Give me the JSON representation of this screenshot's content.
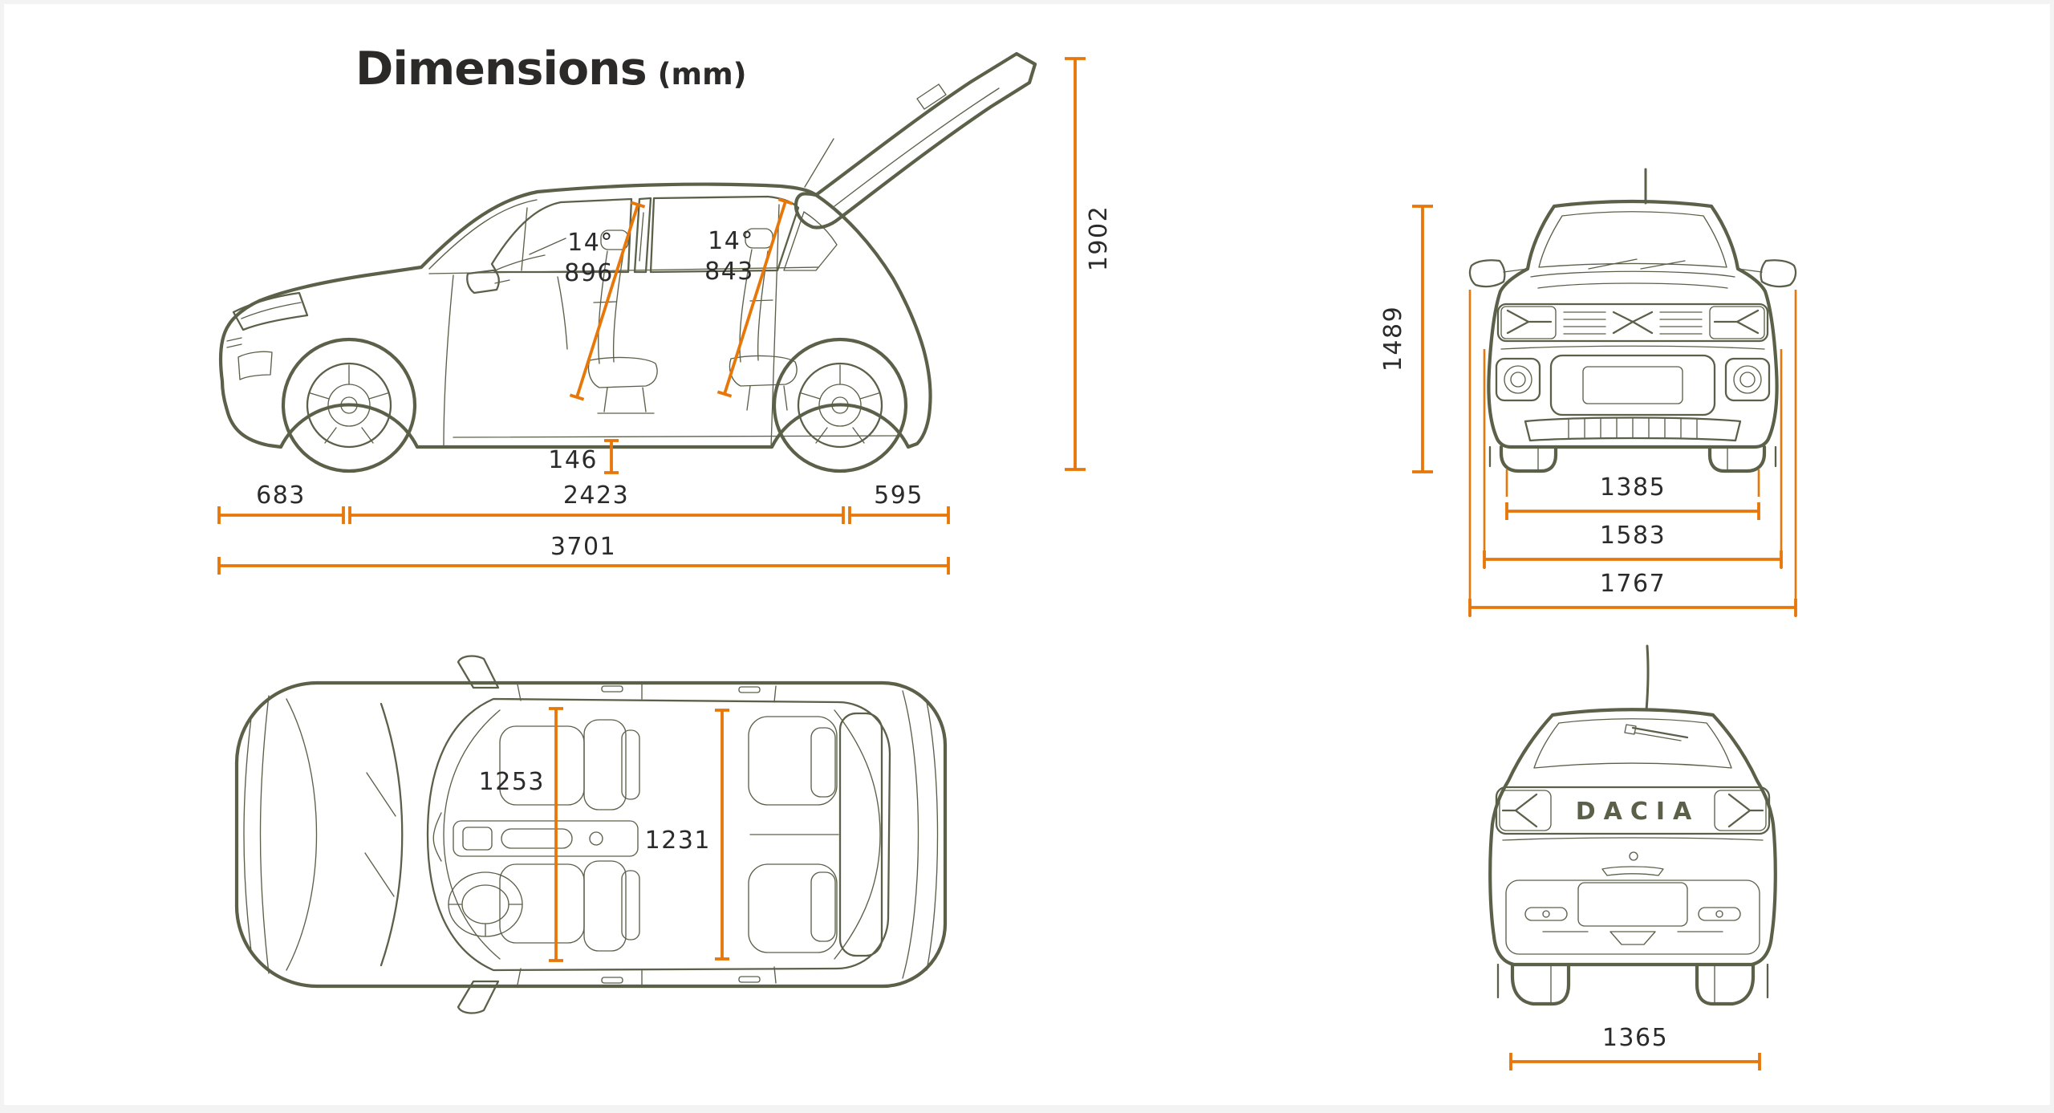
{
  "title": {
    "main": "Dimensions",
    "unit": "(mm)"
  },
  "colors": {
    "accent": "#e8770a",
    "car_line": "#5b6049",
    "label_text": "#2b2b2b",
    "frame": "#f3f3f4"
  },
  "views": {
    "side": {
      "front_seat": {
        "angle": "14°",
        "value": "896"
      },
      "rear_seat": {
        "angle": "14°",
        "value": "843"
      },
      "ground_clearance": "146",
      "front_overhang": "683",
      "wheelbase": "2423",
      "rear_overhang": "595",
      "overall_length": "3701",
      "height_tailgate_open": "1902"
    },
    "front": {
      "overall_height": "1489",
      "front_track": "1385",
      "body_width": "1583",
      "width_with_mirrors": "1767"
    },
    "top": {
      "front_interior_width": "1253",
      "rear_interior_width": "1231"
    },
    "rear": {
      "rear_track": "1365",
      "brand_logo": "DACIA"
    }
  }
}
